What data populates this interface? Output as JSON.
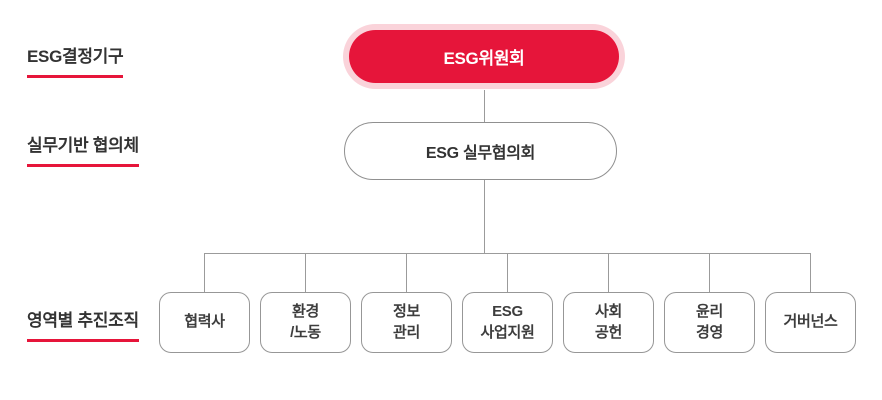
{
  "colors": {
    "accent_red": "#e6153a",
    "halo_pink": "#fad3da",
    "line_gray": "#9b9b9b",
    "box_border_gray": "#979797",
    "label_text": "#333333",
    "box_text": "#3d3d3d",
    "root_pill_text": "#ffffff"
  },
  "row_labels": [
    {
      "label": "ESG결정기구"
    },
    {
      "label": "실무기반 협의체"
    },
    {
      "label": "영역별 추진조직"
    }
  ],
  "org_chart": {
    "root": {
      "label": "ESG위원회"
    },
    "council": {
      "label": "ESG 실무협의회"
    },
    "divisions": [
      {
        "label": "협력사"
      },
      {
        "label": "환경\n/노동"
      },
      {
        "label": "정보\n관리"
      },
      {
        "label": "ESG\n사업지원"
      },
      {
        "label": "사회\n공헌"
      },
      {
        "label": "윤리\n경영"
      },
      {
        "label": "거버넌스"
      }
    ]
  }
}
